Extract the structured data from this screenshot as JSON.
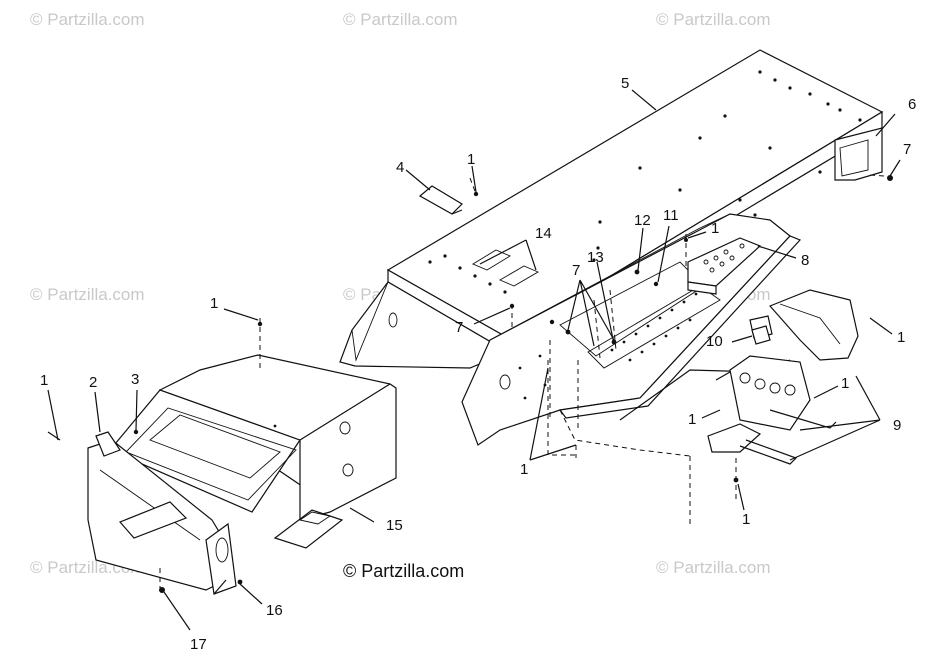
{
  "watermark": "© Partzilla.com",
  "credit": "© Partzilla.com",
  "callouts": {
    "c1a": "1",
    "c1b": "1",
    "c1c": "1",
    "c1d": "1",
    "c1e": "1",
    "c1f": "1",
    "c1g": "1",
    "c1h": "1",
    "c1i": "1",
    "c2": "2",
    "c3": "3",
    "c4": "4",
    "c5": "5",
    "c6": "6",
    "c7a": "7",
    "c7b": "7",
    "c7c": "7",
    "c8": "8",
    "c9": "9",
    "c10": "10",
    "c11": "11",
    "c12": "12",
    "c13": "13",
    "c14": "14",
    "c15": "15",
    "c16": "16",
    "c17": "17"
  }
}
